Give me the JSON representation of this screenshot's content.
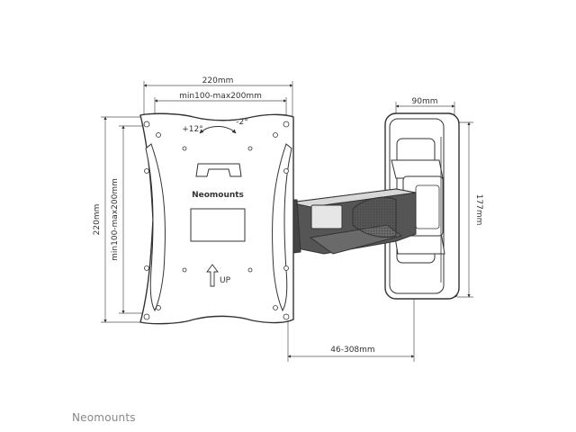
{
  "dimensions": {
    "plate_width": "220mm",
    "plate_height": "220mm",
    "vesa_horizontal": "min100-max200mm",
    "vesa_vertical": "min100-max200mm",
    "wall_plate_width": "90mm",
    "wall_plate_height": "177mm",
    "arm_extension": "46-308mm"
  },
  "tilt": {
    "up": "+12°",
    "down": "-2°"
  },
  "plate": {
    "logo": "Neomounts",
    "up_label": "UP"
  },
  "footer": {
    "brand": "Neomounts"
  },
  "colors": {
    "line": "#333333",
    "arm_dark": "#555555",
    "footer": "#888888"
  }
}
